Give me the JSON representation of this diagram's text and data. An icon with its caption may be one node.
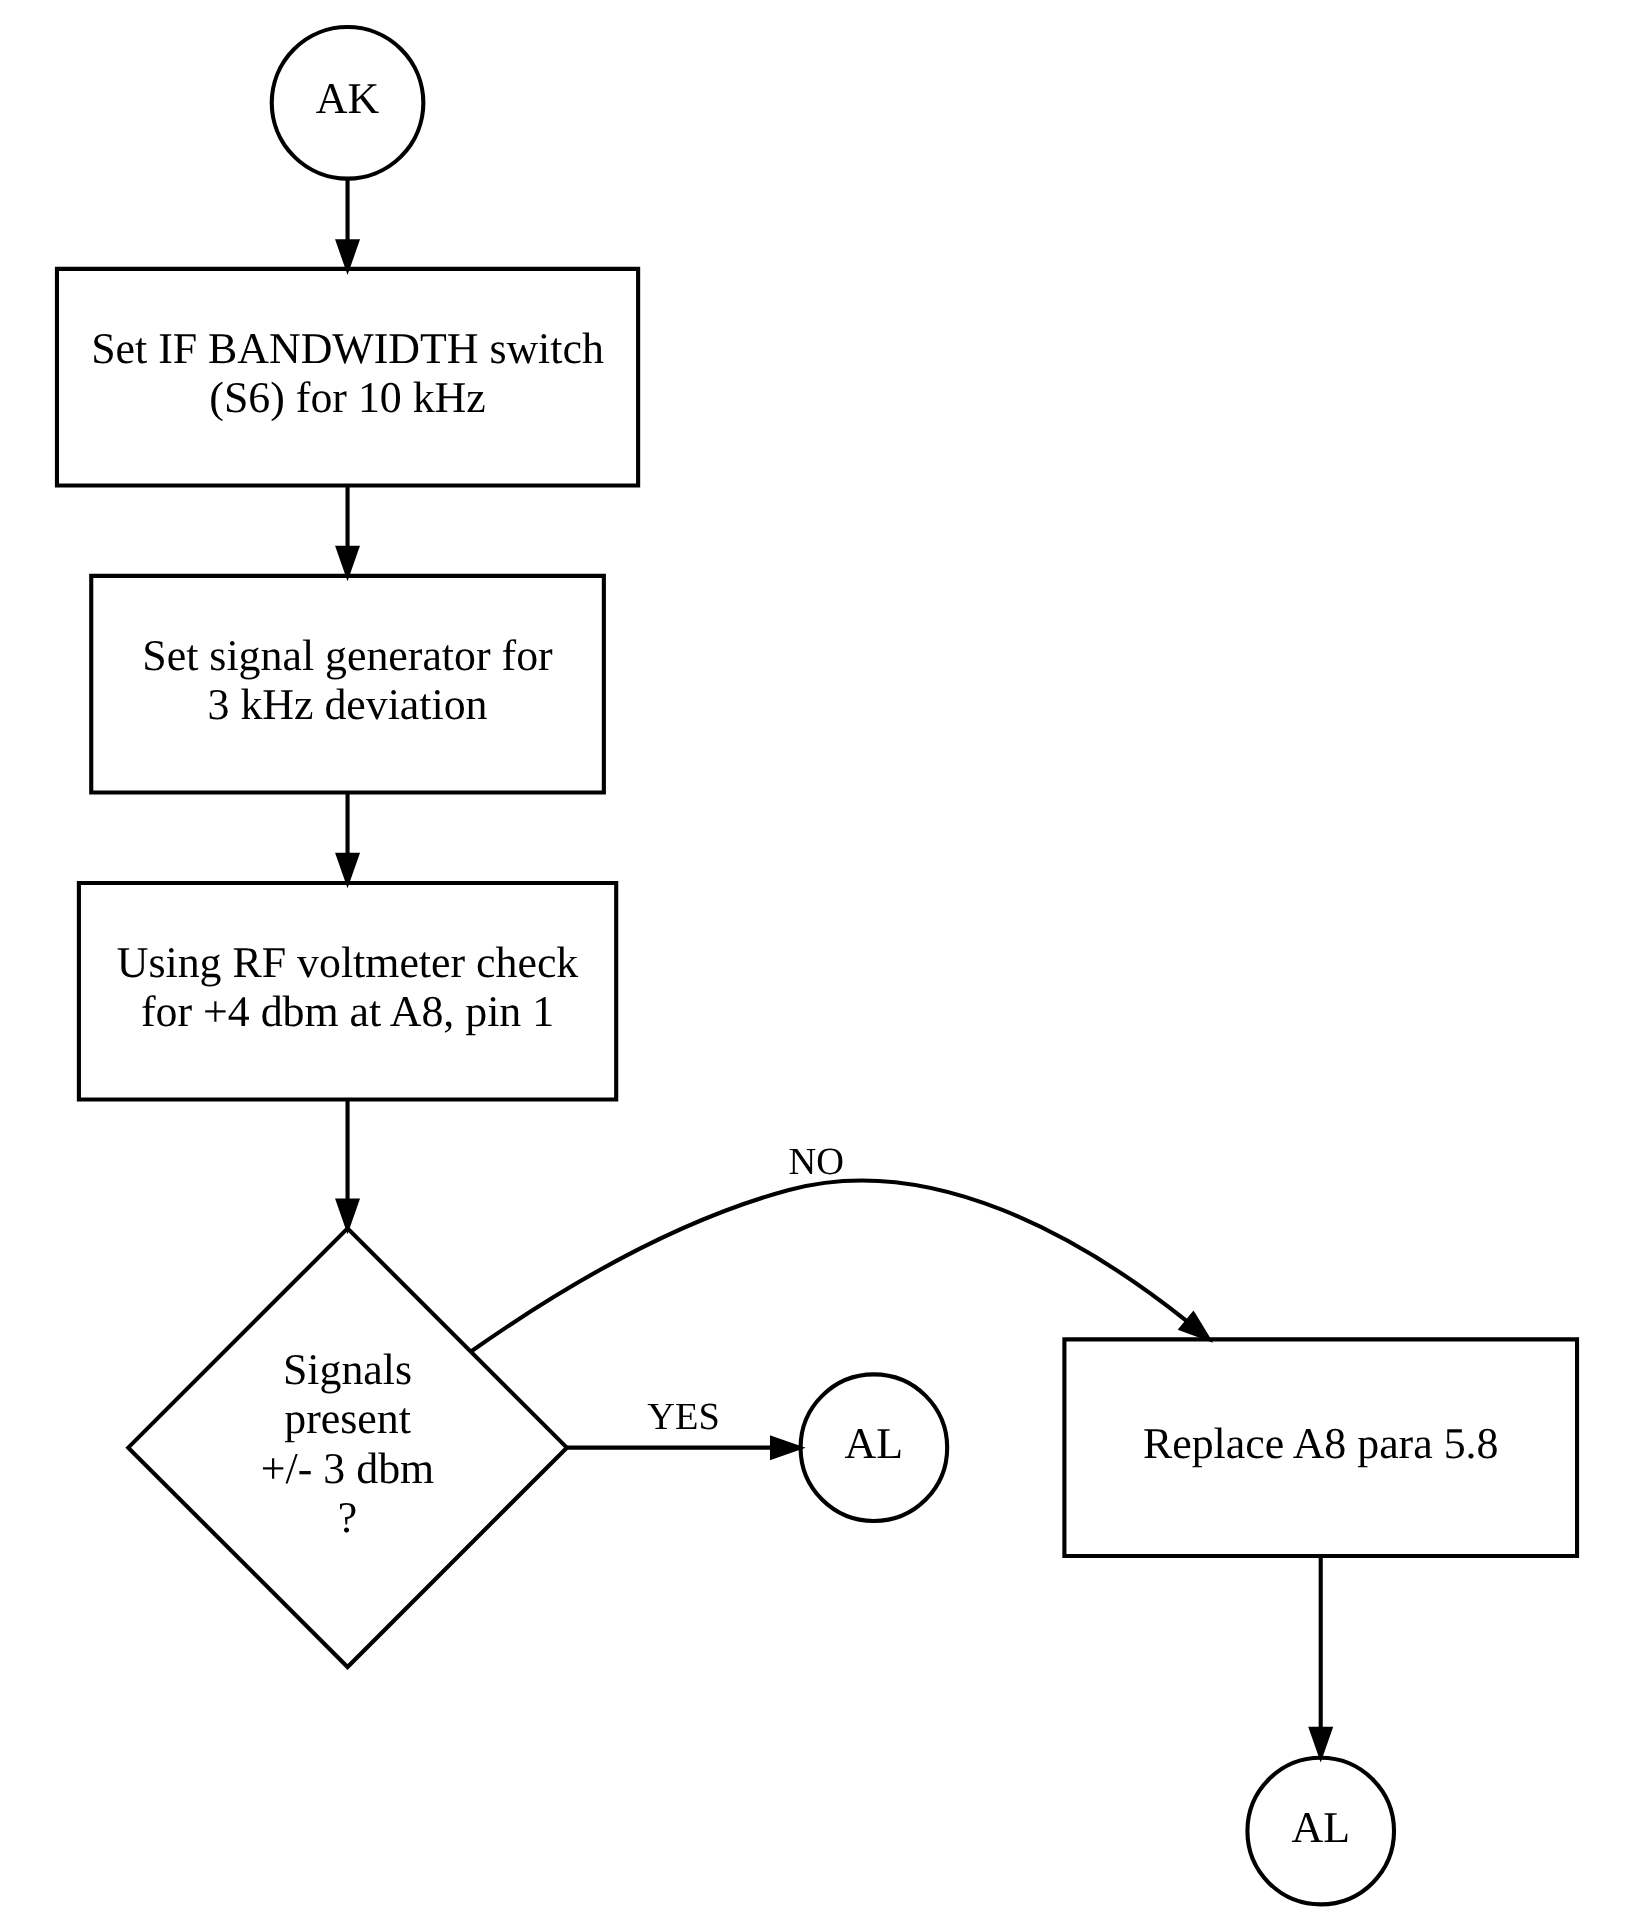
{
  "diagram": {
    "nodes": [
      {
        "text": [
          "AK"
        ]
      },
      {
        "text": [
          "Set IF BANDWIDTH switch (S6) for 10 kHz"
        ]
      },
      {
        "text": [
          "Set signal generator for 3 kHz deviation"
        ]
      },
      {
        "text": [
          "Using RF voltmeter check for +4 dbm at A8, pin 1"
        ]
      },
      {
        "text": [
          "Signals present +/- 3 dbm ?"
        ]
      },
      {
        "text": [
          "Replace A8 para 5.8"
        ]
      },
      {
        "text": [
          "AL"
        ]
      },
      {
        "text": [
          "AL"
        ]
      }
    ],
    "edges": [
      {
        "from": 0,
        "to": 1,
        "arrow": "to"
      },
      {
        "from": 1,
        "to": 2,
        "arrow": "to"
      },
      {
        "from": 2,
        "to": 3,
        "arrow": "to"
      },
      {
        "from": 3,
        "to": 4,
        "arrow": "to"
      },
      {
        "from": 4,
        "to": 5,
        "arrow": "to",
        "label": "NO"
      },
      {
        "from": 4,
        "to": 6,
        "arrow": "to",
        "label": "YES"
      },
      {
        "from": 5,
        "to": 7,
        "arrow": "to"
      }
    ]
  }
}
